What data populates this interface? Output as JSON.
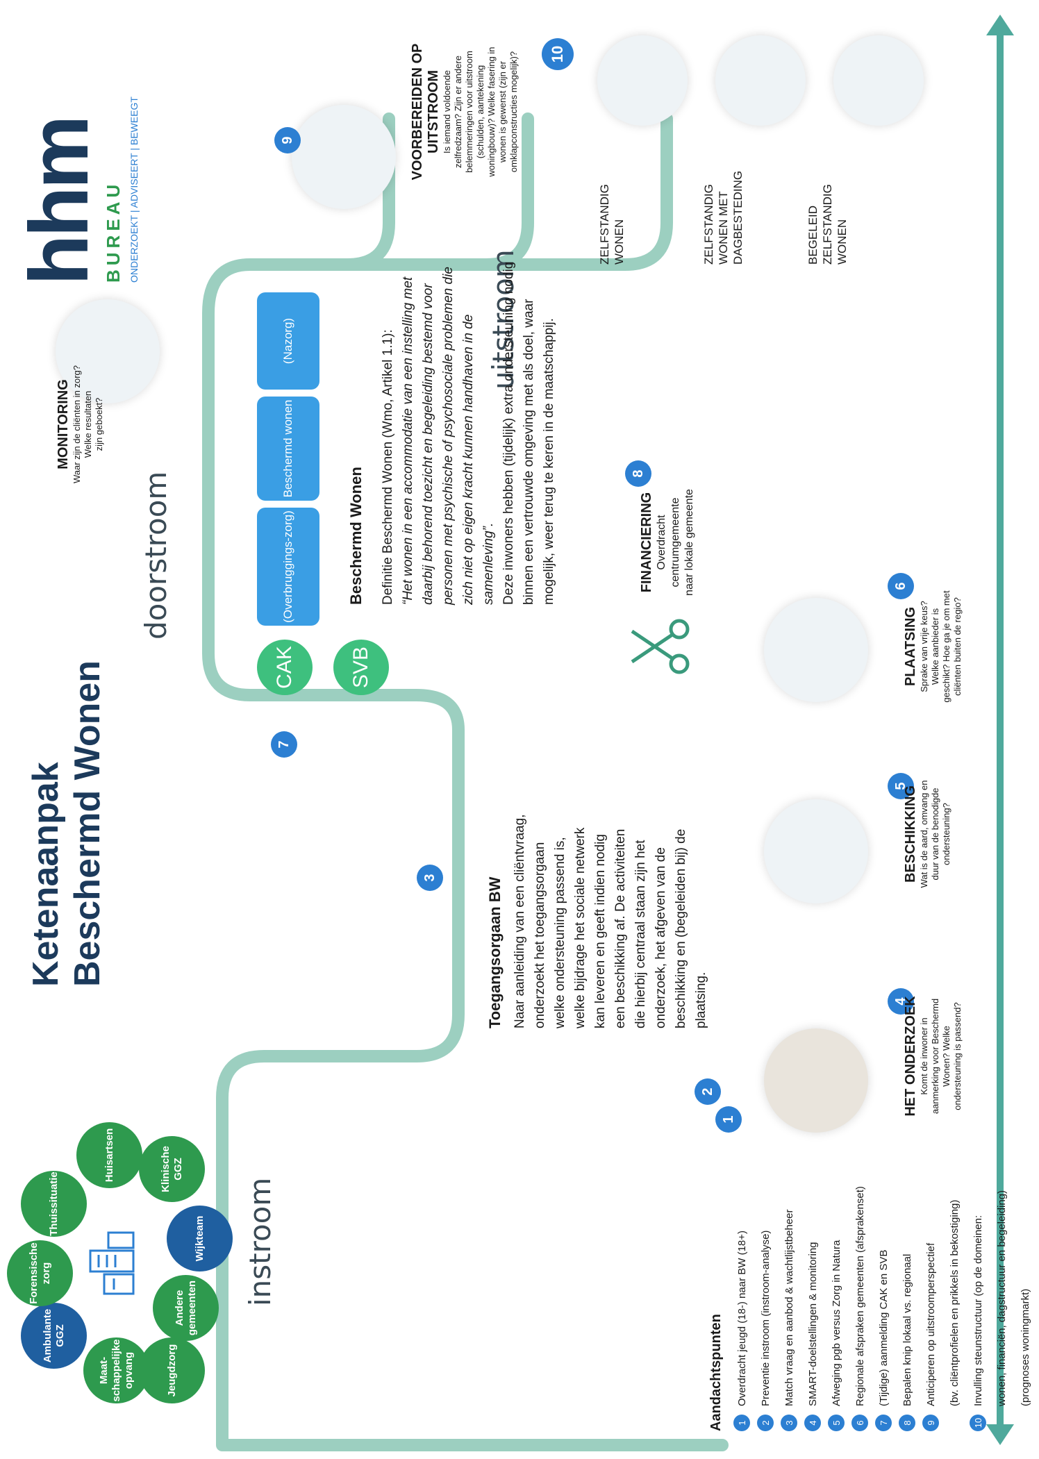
{
  "title": {
    "line1": "Ketenaanpak",
    "line2": "Beschermd Wonen"
  },
  "logo": {
    "bureau": "BUREAU",
    "hhm": "hhm",
    "tagline": "ONDERZOEKT | ADVISEERT | BEWEEGT"
  },
  "flow": {
    "instroom": "instroom",
    "doorstroom": "doorstroom",
    "uitstroom": "uitstroom"
  },
  "stakeholders": [
    "Maat-schappelijke opvang",
    "Ambulante GGZ",
    "Forensische zorg",
    "Thuissituatie",
    "Huisartsen",
    "Klinische GGZ",
    "Wijkteam",
    "Andere gemeenten",
    "Jeugdzorg"
  ],
  "aandachtspunten": {
    "heading": "Aandachtspunten",
    "items": [
      {
        "n": "1",
        "text": "Overdracht jeugd (18-) naar BW (18+)"
      },
      {
        "n": "2",
        "text": "Preventie instroom (instroom-analyse)"
      },
      {
        "n": "3",
        "text": "Match vraag en aanbod & wachtlijstbeheer"
      },
      {
        "n": "4",
        "text": "SMART-doelstellingen & monitoring"
      },
      {
        "n": "5",
        "text": "Afweging pgb versus Zorg in Natura"
      },
      {
        "n": "6",
        "text": "Regionale afspraken gemeenten (afsprakenset)"
      },
      {
        "n": "7",
        "text": "(Tijdige) aanmelding CAK en SVB"
      },
      {
        "n": "8",
        "text": "Bepalen knip lokaal vs. regionaal"
      },
      {
        "n": "9",
        "text": "Anticiperen op uitstroomperspectief"
      },
      {
        "n": "",
        "text": "(bv. cliëntprofielen en prikkels in bekostiging)"
      },
      {
        "n": "10",
        "text": "Invulling steunstructuur (op de domeinen:"
      },
      {
        "n": "",
        "text": "wonen, financiën, dagstructuur en begeleiding)"
      },
      {
        "n": "",
        "text": "(prognoses woningmarkt)"
      }
    ]
  },
  "badges": {
    "b1": "1",
    "b2": "2",
    "b3": "3",
    "b4": "4",
    "b5": "5",
    "b6": "6",
    "b7": "7",
    "b8": "8",
    "b9": "9",
    "b10": "10"
  },
  "toegang": {
    "heading": "Toegangsorgaan BW",
    "lines": [
      "Naar aanleiding van een cliëntvraag,",
      "onderzoekt het toegangsorgaan",
      "welke ondersteuning passend is,",
      "welke bijdrage het sociale netwerk",
      "kan leveren en geeft indien nodig",
      "een beschikking af. De activiteiten",
      "die hierbij centraal staan zijn het",
      "onderzoek, het afgeven van de",
      "beschikking en (begeleiden bij) de",
      "plaatsing."
    ]
  },
  "steps": {
    "onderzoek": {
      "heading": "HET ONDERZOEK",
      "lines": [
        "Komt de inwoner in",
        "aanmerking voor Beschermd",
        "Wonen? Welke",
        "ondersteuning is passend?"
      ]
    },
    "beschikking": {
      "heading": "BESCHIKKING",
      "lines": [
        "Wat is de aard, omvang en",
        "duur van de benodigde",
        "ondersteuning?"
      ]
    },
    "plaatsing": {
      "heading": "PLAATSING",
      "lines": [
        "Sprake van vrije keus?",
        "Welke aanbieder is",
        "geschikt? Hoe ga je om met",
        "cliënten buiten de regio?"
      ]
    },
    "financiering": {
      "heading": "FINANCIERING",
      "lines": [
        "Overdracht",
        "centrumgemeente",
        "naar lokale gemeente"
      ]
    },
    "monitoring": {
      "heading": "MONITORING",
      "lines": [
        "Waar zijn de cliënten in zorg?",
        "Welke resultaten",
        "zijn geboekt?"
      ]
    },
    "uitstroom": {
      "heading": "VOORBEREIDEN OP UITSTROOM",
      "lines": [
        "Is iemand voldoende",
        "zelfredzaam? Zijn er andere",
        "belemmeringen voor uitstroom",
        "(schulden, aantekening",
        "woningbouw)? Welke fasering in",
        "wonen is gewenst (zijn er",
        "omklapconstructies mogelijk)?"
      ]
    }
  },
  "payers": {
    "cak": "CAK",
    "svb": "SVB"
  },
  "phases": {
    "overbrugging": "(Overbruggings-zorg)",
    "beschermd": "Beschermd wonen",
    "nazorg": "(Nazorg)"
  },
  "bw": {
    "heading": "Beschermd Wonen",
    "def_intro": "Definitie Beschermd Wonen (Wmo, Artikel 1.1):",
    "def_quote": [
      "“Het wonen in een accommodatie van een instelling met",
      "daarbij behorend toezicht en begeleiding bestemd voor",
      "personen met psychische of psychosociale problemen die",
      "zich niet op eigen kracht kunnen handhaven in de",
      "samenleving”."
    ],
    "extra": [
      "Deze inwoners hebben (tijdelijk) extra ondersteuning nodig",
      "binnen een vertrouwde omgeving met als doel, waar",
      "mogelijk, weer terug te keren in de maatschappij."
    ]
  },
  "outcomes": {
    "o1": "ZELFSTANDIG WONEN",
    "o2": "ZELFSTANDIG WONEN MET DAGBESTEDING",
    "o3": "BEGELEID ZELFSTANDIG WONEN"
  },
  "colors": {
    "flow": "#9ccfc0",
    "blue": "#2c7fd2",
    "green": "#3ec07e",
    "navy": "#1c3a5b",
    "stk_green": "#2e9a4e",
    "stk_blue": "#1f5fa0"
  }
}
